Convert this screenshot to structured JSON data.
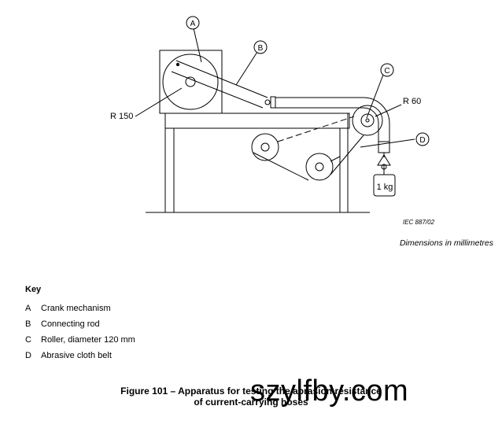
{
  "callouts": {
    "a": "A",
    "b": "B",
    "c": "C",
    "d": "D"
  },
  "dimensions": {
    "r150": "R 150",
    "r60": "R 60"
  },
  "weight_label": "1 kg",
  "iec_ref": "IEC   887/02",
  "units_note": "Dimensions in millimetres",
  "key": {
    "title": "Key",
    "items": [
      {
        "letter": "A",
        "text": "Crank mechanism"
      },
      {
        "letter": "B",
        "text": "Connecting rod"
      },
      {
        "letter": "C",
        "text": "Roller, diameter 120 mm"
      },
      {
        "letter": "D",
        "text": "Abrasive cloth belt"
      }
    ]
  },
  "caption": {
    "line1": "Figure 101 – Apparatus for testing the abrasion resistance",
    "line2": "of current-carrying hoses"
  },
  "watermark": "szylfby.com"
}
